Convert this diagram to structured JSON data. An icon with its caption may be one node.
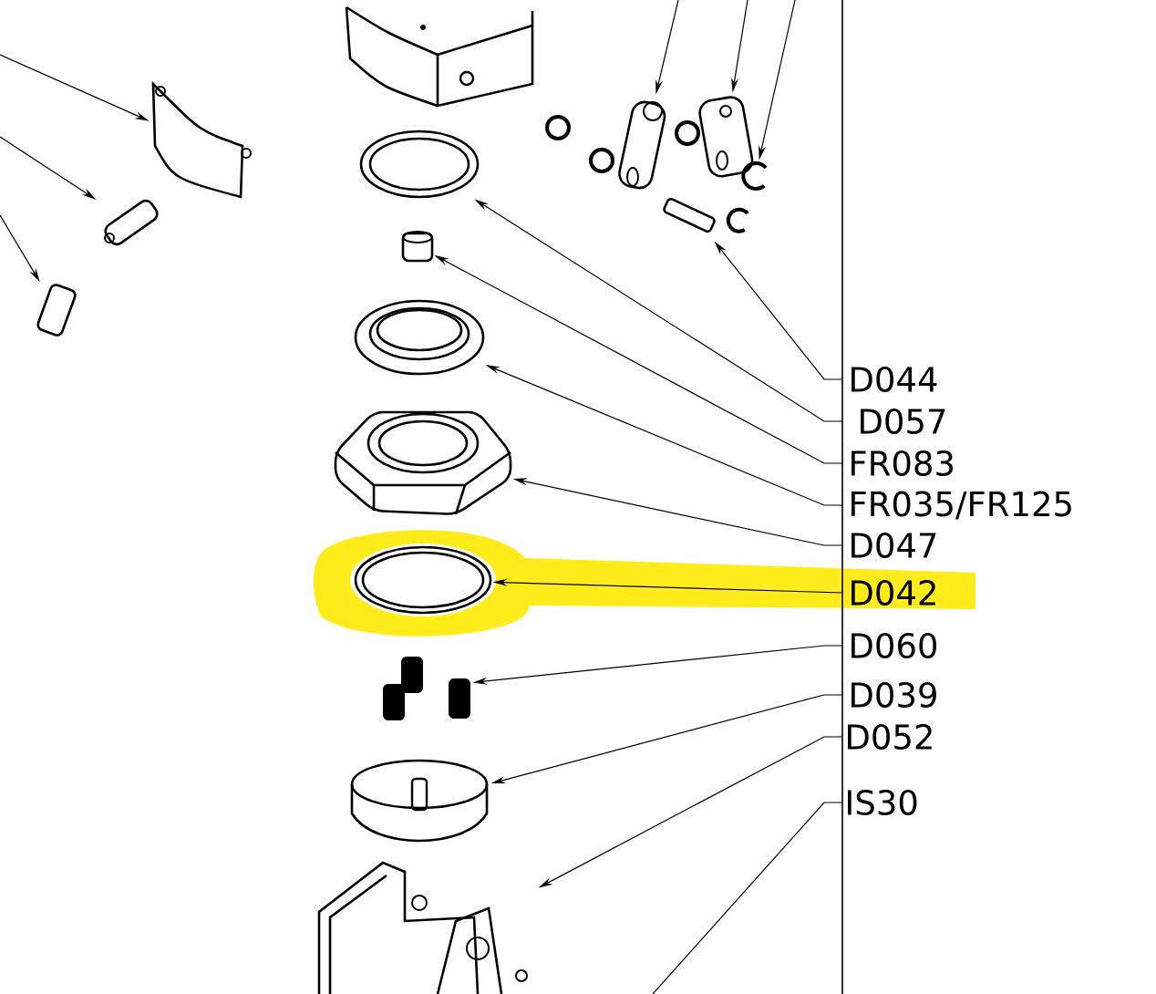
{
  "diagram": {
    "nodes": [
      {
        "text": [],
        "shape": "picture"
      },
      {
        "text": [],
        "shape": "picture"
      },
      {
        "text": [],
        "shape": "picture"
      },
      {
        "text": [],
        "shape": "picture"
      },
      {
        "text": [],
        "shape": "picture"
      },
      {
        "text": [],
        "shape": "picture"
      },
      {
        "text": [],
        "shape": "picture"
      },
      {
        "text": [],
        "shape": "picture"
      },
      {
        "text": [],
        "shape": "picture"
      },
      {
        "text": [],
        "shape": "picture"
      },
      {
        "text": [],
        "shape": "picture"
      },
      {
        "text": [],
        "shape": "picture"
      },
      {
        "text": [],
        "shape": "picture"
      },
      {
        "text": [],
        "shape": "picture"
      },
      {
        "text": [],
        "shape": "picture"
      },
      {
        "text": [
          "D044"
        ]
      },
      {
        "text": [
          "D057"
        ]
      },
      {
        "text": [
          "FR083"
        ]
      },
      {
        "text": [
          "FR035/FR125"
        ]
      },
      {
        "text": [
          "D047"
        ]
      },
      {
        "text": [
          "D042"
        ]
      },
      {
        "text": [
          "D060"
        ]
      },
      {
        "text": [
          "D039"
        ]
      },
      {
        "text": [
          "D052"
        ]
      },
      {
        "text": [
          "IS30"
        ]
      }
    ],
    "edges": [
      {
        "from": null,
        "to": 0,
        "arrow": "to"
      },
      {
        "from": null,
        "to": 1,
        "arrow": "to"
      },
      {
        "from": null,
        "to": 2,
        "arrow": "to"
      },
      {
        "from": null,
        "to": 3,
        "arrow": "to"
      },
      {
        "from": null,
        "to": 4,
        "arrow": "to"
      },
      {
        "from": null,
        "to": 5,
        "arrow": "to"
      },
      {
        "from": 15,
        "to": 6,
        "arrow": "to"
      },
      {
        "from": 16,
        "to": 7,
        "arrow": "to"
      },
      {
        "from": 17,
        "to": 8,
        "arrow": "to"
      },
      {
        "from": 18,
        "to": 9,
        "arrow": "to"
      },
      {
        "from": 19,
        "to": 10,
        "arrow": "to"
      },
      {
        "from": 20,
        "to": 11,
        "arrow": "to"
      },
      {
        "from": 21,
        "to": 12,
        "arrow": "to"
      },
      {
        "from": 22,
        "to": 13,
        "arrow": "to"
      },
      {
        "from": 23,
        "to": 14,
        "arrow": "to"
      },
      {
        "from": 24,
        "to": null,
        "arrow": "none"
      }
    ]
  }
}
